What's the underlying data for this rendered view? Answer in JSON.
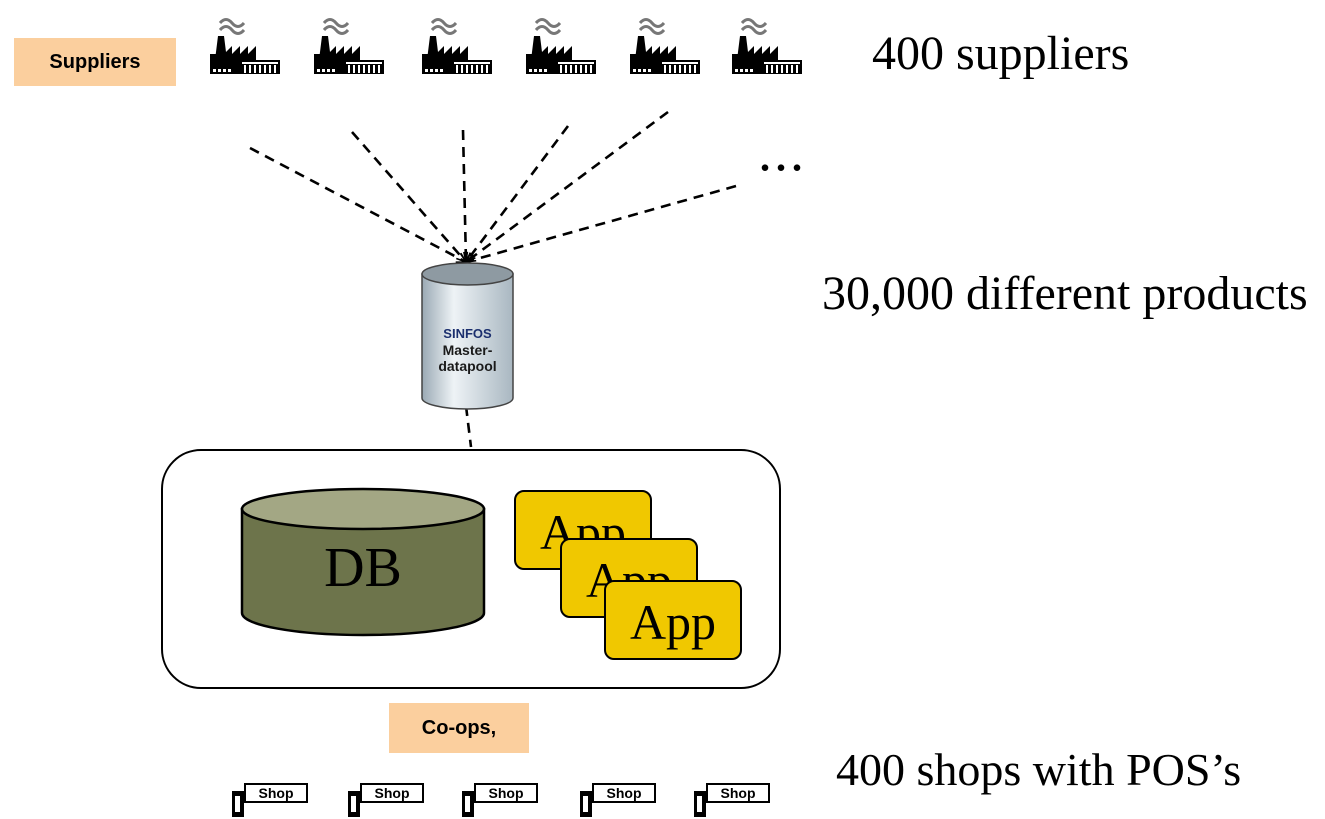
{
  "diagram": {
    "suppliers_label": "Suppliers",
    "suppliers_count": "400 suppliers",
    "more_indicator": "...",
    "products_count": "30,000 different products",
    "masterdatapool": {
      "brand": "SINFOS",
      "line1": "Master-",
      "line2": "datapool"
    },
    "db_label": "DB",
    "apps": [
      "App",
      "App",
      "App"
    ],
    "coops_label": "Co-ops,",
    "shops": [
      "Shop",
      "Shop",
      "Shop",
      "Shop",
      "Shop"
    ],
    "shops_count": "400 shops with POS’s"
  },
  "colors": {
    "label_bg": "#fbcf9e",
    "db_fill": "#6d744b",
    "db_top": "#a3a784",
    "app_fill": "#f0c800",
    "pool_fill": "#d6e2ea"
  },
  "icons": {
    "factory": "factory-icon",
    "shop": "shop-icon",
    "database": "cylinder-icon"
  }
}
